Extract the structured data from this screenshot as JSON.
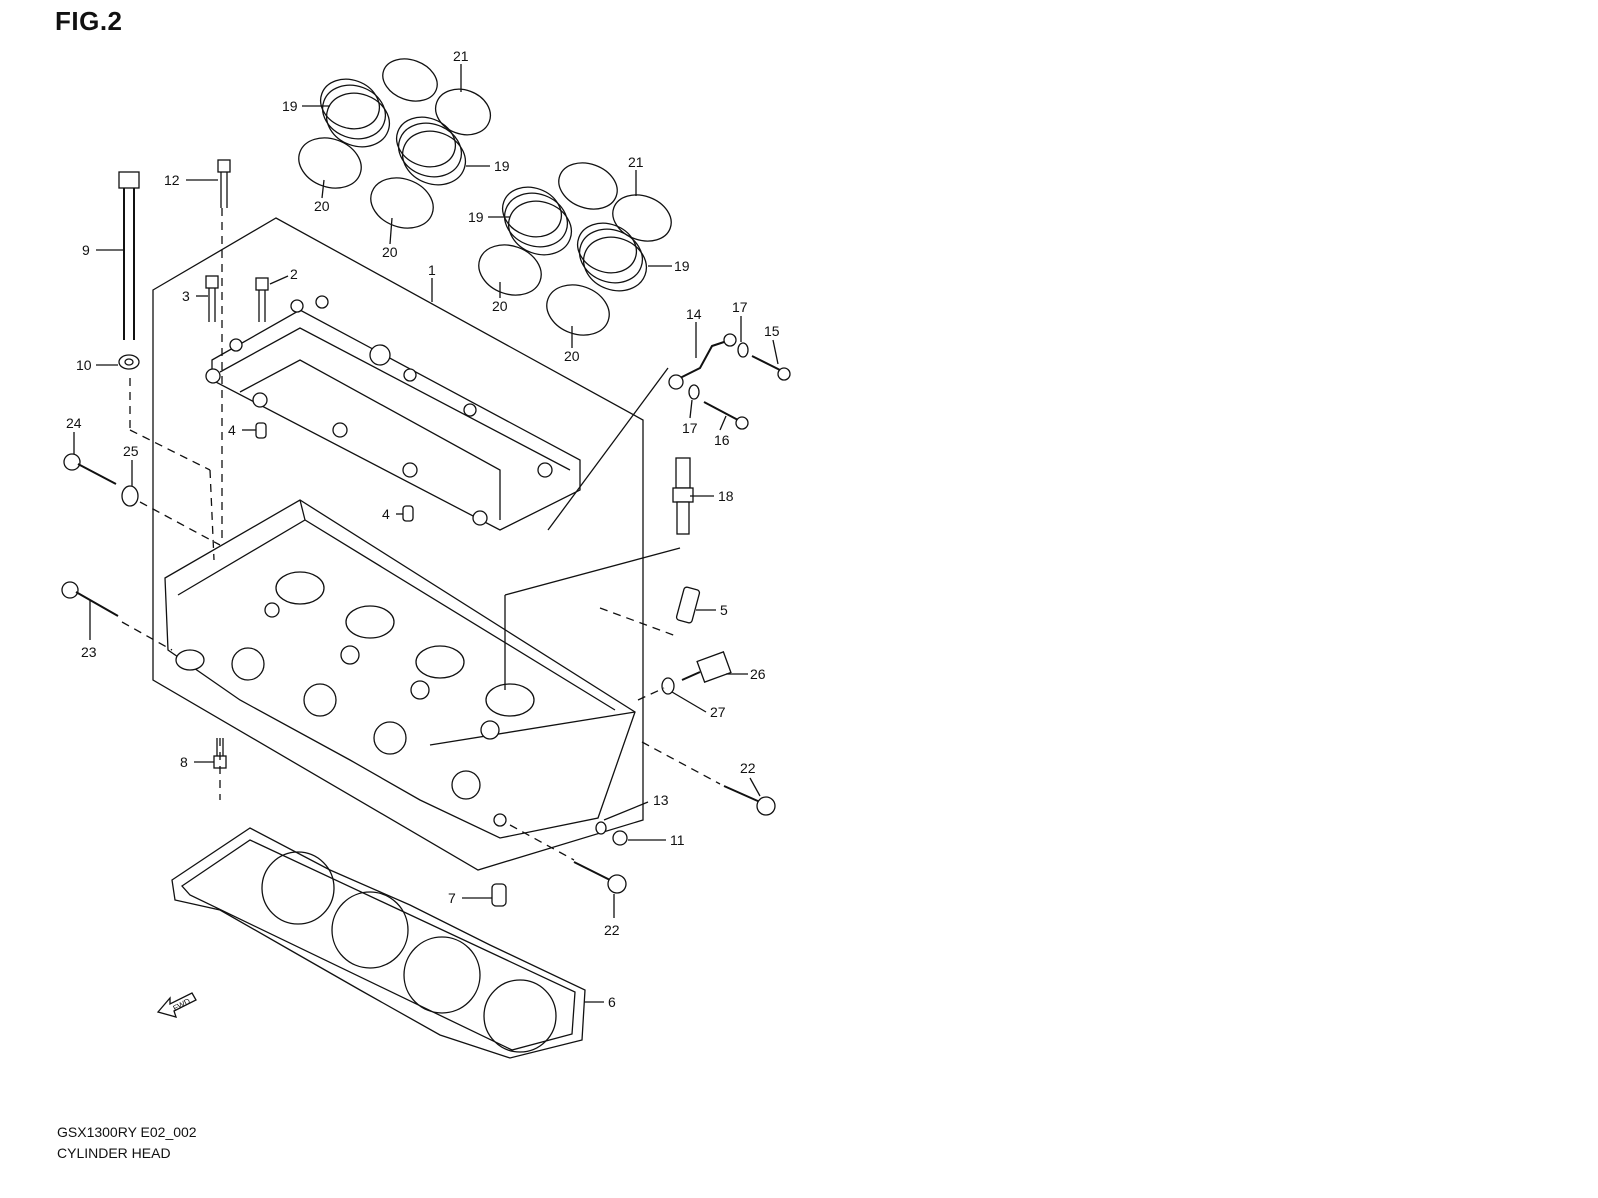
{
  "figure": {
    "title": "FIG.2",
    "footer_code": "GSX1300RY E02_002",
    "footer_name": "CYLINDER HEAD",
    "fwd_label": "FWD"
  },
  "callouts": [
    {
      "id": "c1",
      "text": "1"
    },
    {
      "id": "c2",
      "text": "2"
    },
    {
      "id": "c3",
      "text": "3"
    },
    {
      "id": "c4a",
      "text": "4"
    },
    {
      "id": "c4b",
      "text": "4"
    },
    {
      "id": "c5",
      "text": "5"
    },
    {
      "id": "c6",
      "text": "6"
    },
    {
      "id": "c7",
      "text": "7"
    },
    {
      "id": "c8",
      "text": "8"
    },
    {
      "id": "c9",
      "text": "9"
    },
    {
      "id": "c10",
      "text": "10"
    },
    {
      "id": "c11",
      "text": "11"
    },
    {
      "id": "c12",
      "text": "12"
    },
    {
      "id": "c13",
      "text": "13"
    },
    {
      "id": "c14",
      "text": "14"
    },
    {
      "id": "c15",
      "text": "15"
    },
    {
      "id": "c16",
      "text": "16"
    },
    {
      "id": "c17a",
      "text": "17"
    },
    {
      "id": "c17b",
      "text": "17"
    },
    {
      "id": "c18",
      "text": "18"
    },
    {
      "id": "c19a",
      "text": "19"
    },
    {
      "id": "c19b",
      "text": "19"
    },
    {
      "id": "c19c",
      "text": "19"
    },
    {
      "id": "c19d",
      "text": "19"
    },
    {
      "id": "c20a",
      "text": "20"
    },
    {
      "id": "c20b",
      "text": "20"
    },
    {
      "id": "c20c",
      "text": "20"
    },
    {
      "id": "c20d",
      "text": "20"
    },
    {
      "id": "c21a",
      "text": "21"
    },
    {
      "id": "c21b",
      "text": "21"
    },
    {
      "id": "c22a",
      "text": "22"
    },
    {
      "id": "c22b",
      "text": "22"
    },
    {
      "id": "c23",
      "text": "23"
    },
    {
      "id": "c24",
      "text": "24"
    },
    {
      "id": "c25",
      "text": "25"
    },
    {
      "id": "c26",
      "text": "26"
    },
    {
      "id": "c27",
      "text": "27"
    }
  ]
}
